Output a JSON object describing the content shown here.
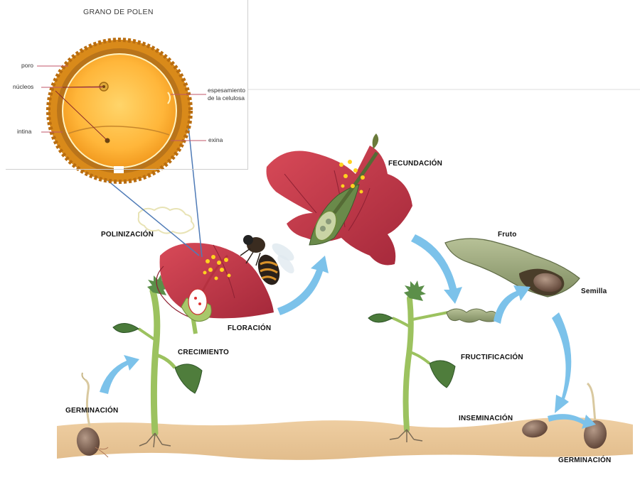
{
  "pollen_inset": {
    "title": "GRANO DE POLEN",
    "labels": {
      "poro": "poro",
      "nucleos": "núcleos",
      "intina": "intina",
      "espesamiento_line1": "espesamiento",
      "espesamiento_line2": "de la celulosa",
      "exina": "exina"
    }
  },
  "stages": {
    "germinacion_left": "GERMINACIÓN",
    "crecimiento": "CRECIMIENTO",
    "polinizacion": "POLINIZACIÓN",
    "floracion": "FLORACIÓN",
    "fecundacion": "FECUNDACIÓN",
    "fruto": "Fruto",
    "semilla": "Semilla",
    "fructificacion": "FRUCTIFICACIÓN",
    "inseminacion": "INSEMINACIÓN",
    "germinacion_right": "GERMINACIÓN"
  },
  "colors": {
    "soil": "#e8c79a",
    "stem": "#8fb85a",
    "leaf": "#4a7a3a",
    "petal": "#b5313f",
    "pollen_outer": "#d98a1a",
    "pollen_inner": "#ffc84a",
    "arrow": "#7cc2ea",
    "pod": "#9aa67a"
  }
}
